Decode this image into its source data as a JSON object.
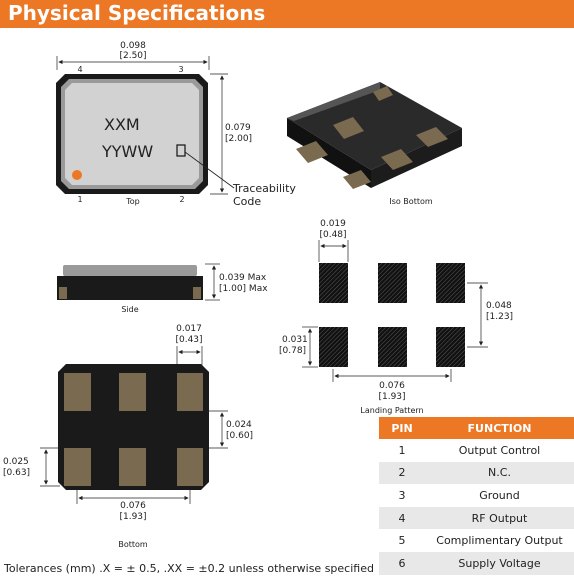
{
  "title": "Physical Specifications",
  "top_view": {
    "width_in": "0.098",
    "width_mm": "[2.50]",
    "height_in": "0.079",
    "height_mm": "[2.00]",
    "marking_line1": "XXM",
    "marking_line2": "YYWW",
    "traceability_label": "Traceability",
    "traceability_label2": "Code",
    "pin_tl": "4",
    "pin_tr": "3",
    "pin_bl": "1",
    "pin_br": "2",
    "caption": "Top"
  },
  "iso_view": {
    "caption": "Iso Bottom"
  },
  "side_view": {
    "height_in": "0.039 Max",
    "height_mm": "[1.00] Max",
    "caption": "Side"
  },
  "bottom_view": {
    "pad_width_in": "0.017",
    "pad_width_mm": "[0.43]",
    "pad_height_in": "0.024",
    "pad_height_mm": "[0.60]",
    "pad_pitch_v_in": "0.025",
    "pad_pitch_v_mm": "[0.63]",
    "span_in": "0.076",
    "span_mm": "[1.93]",
    "caption": "Bottom"
  },
  "landing_pattern": {
    "pad_width_in": "0.019",
    "pad_width_mm": "[0.48]",
    "pad_height_in": "0.031",
    "pad_height_mm": "[0.78]",
    "pitch_v_in": "0.048",
    "pitch_v_mm": "[1.23]",
    "span_in": "0.076",
    "span_mm": "[1.93]",
    "caption": "Landing Pattern"
  },
  "pin_table": {
    "header_pin": "PIN",
    "header_function": "FUNCTION",
    "rows": [
      {
        "pin": "1",
        "function": "Output Control"
      },
      {
        "pin": "2",
        "function": "N.C."
      },
      {
        "pin": "3",
        "function": "Ground"
      },
      {
        "pin": "4",
        "function": "RF Output"
      },
      {
        "pin": "5",
        "function": "Complimentary Output"
      },
      {
        "pin": "6",
        "function": "Supply Voltage"
      }
    ]
  },
  "tolerances": "Tolerances (mm) .X = ± 0.5, .XX = ±0.2 unless otherwise specified",
  "colors": {
    "accent": "#ec7724",
    "body": "#1a1a1a",
    "pad": "#7a6a4f",
    "lid": "#cfcfcf",
    "pin1_dot": "#ec7724"
  }
}
